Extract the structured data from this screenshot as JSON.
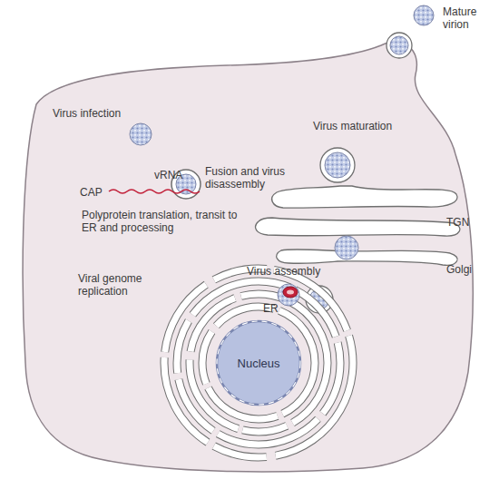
{
  "diagram": {
    "nodes": [
      {
        "text": [
          "Nucleus"
        ]
      }
    ],
    "labels": [
      "Mature virion",
      "Virus infection",
      "Virus maturation",
      "Fusion and virus disassembly",
      "CAP",
      "vRNA",
      "TGN",
      "Polyprotein translation, transit to ER and processing",
      "Golgi",
      "Virus assembly",
      "Viral genome replication",
      "ER"
    ]
  }
}
